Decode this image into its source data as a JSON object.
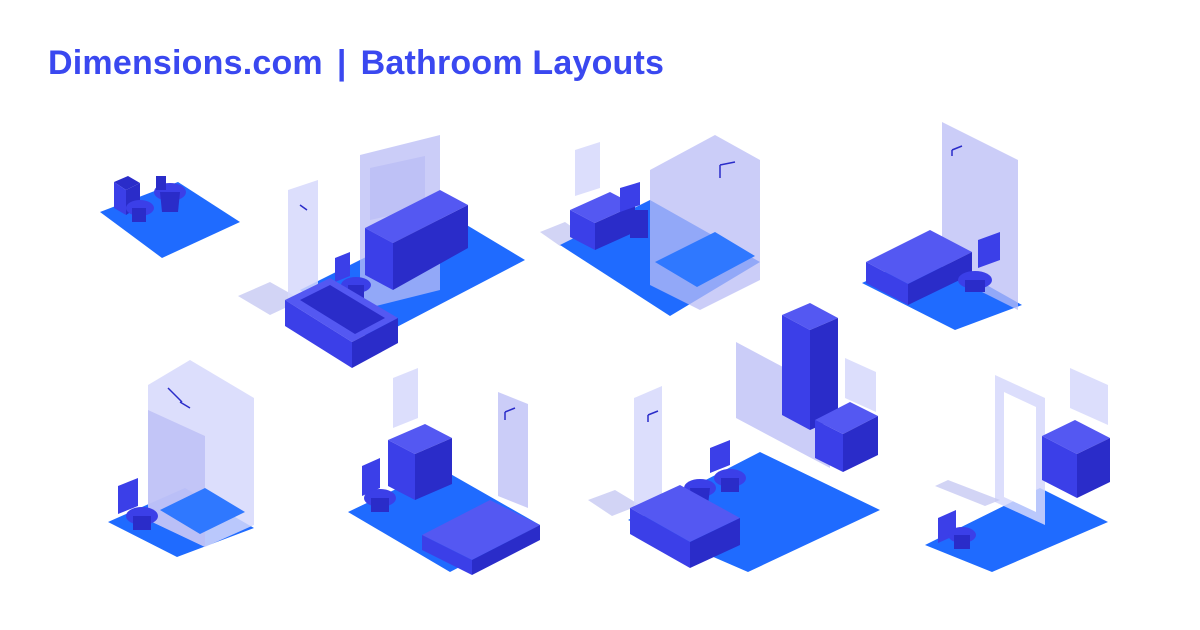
{
  "header": {
    "brand": "Dimensions.com",
    "separator": "|",
    "title": "Bathroom Layouts"
  },
  "colors": {
    "accent": "#3a48f0",
    "floor": "#1f6bff",
    "fixture": "#3b3fe8",
    "fixture_dark": "#2a2cc9",
    "glass": "#b9bcf5",
    "glass_light": "#d6d8fb"
  },
  "layouts": [
    {
      "name": "layout-half-bath-bidet"
    },
    {
      "name": "layout-double-vanity-tub"
    },
    {
      "name": "layout-walk-in-shower"
    },
    {
      "name": "layout-tub-corner"
    },
    {
      "name": "layout-shower-stall"
    },
    {
      "name": "layout-vanity-tub"
    },
    {
      "name": "layout-tub-tall-cabinet"
    },
    {
      "name": "layout-doorway-vanity"
    }
  ]
}
